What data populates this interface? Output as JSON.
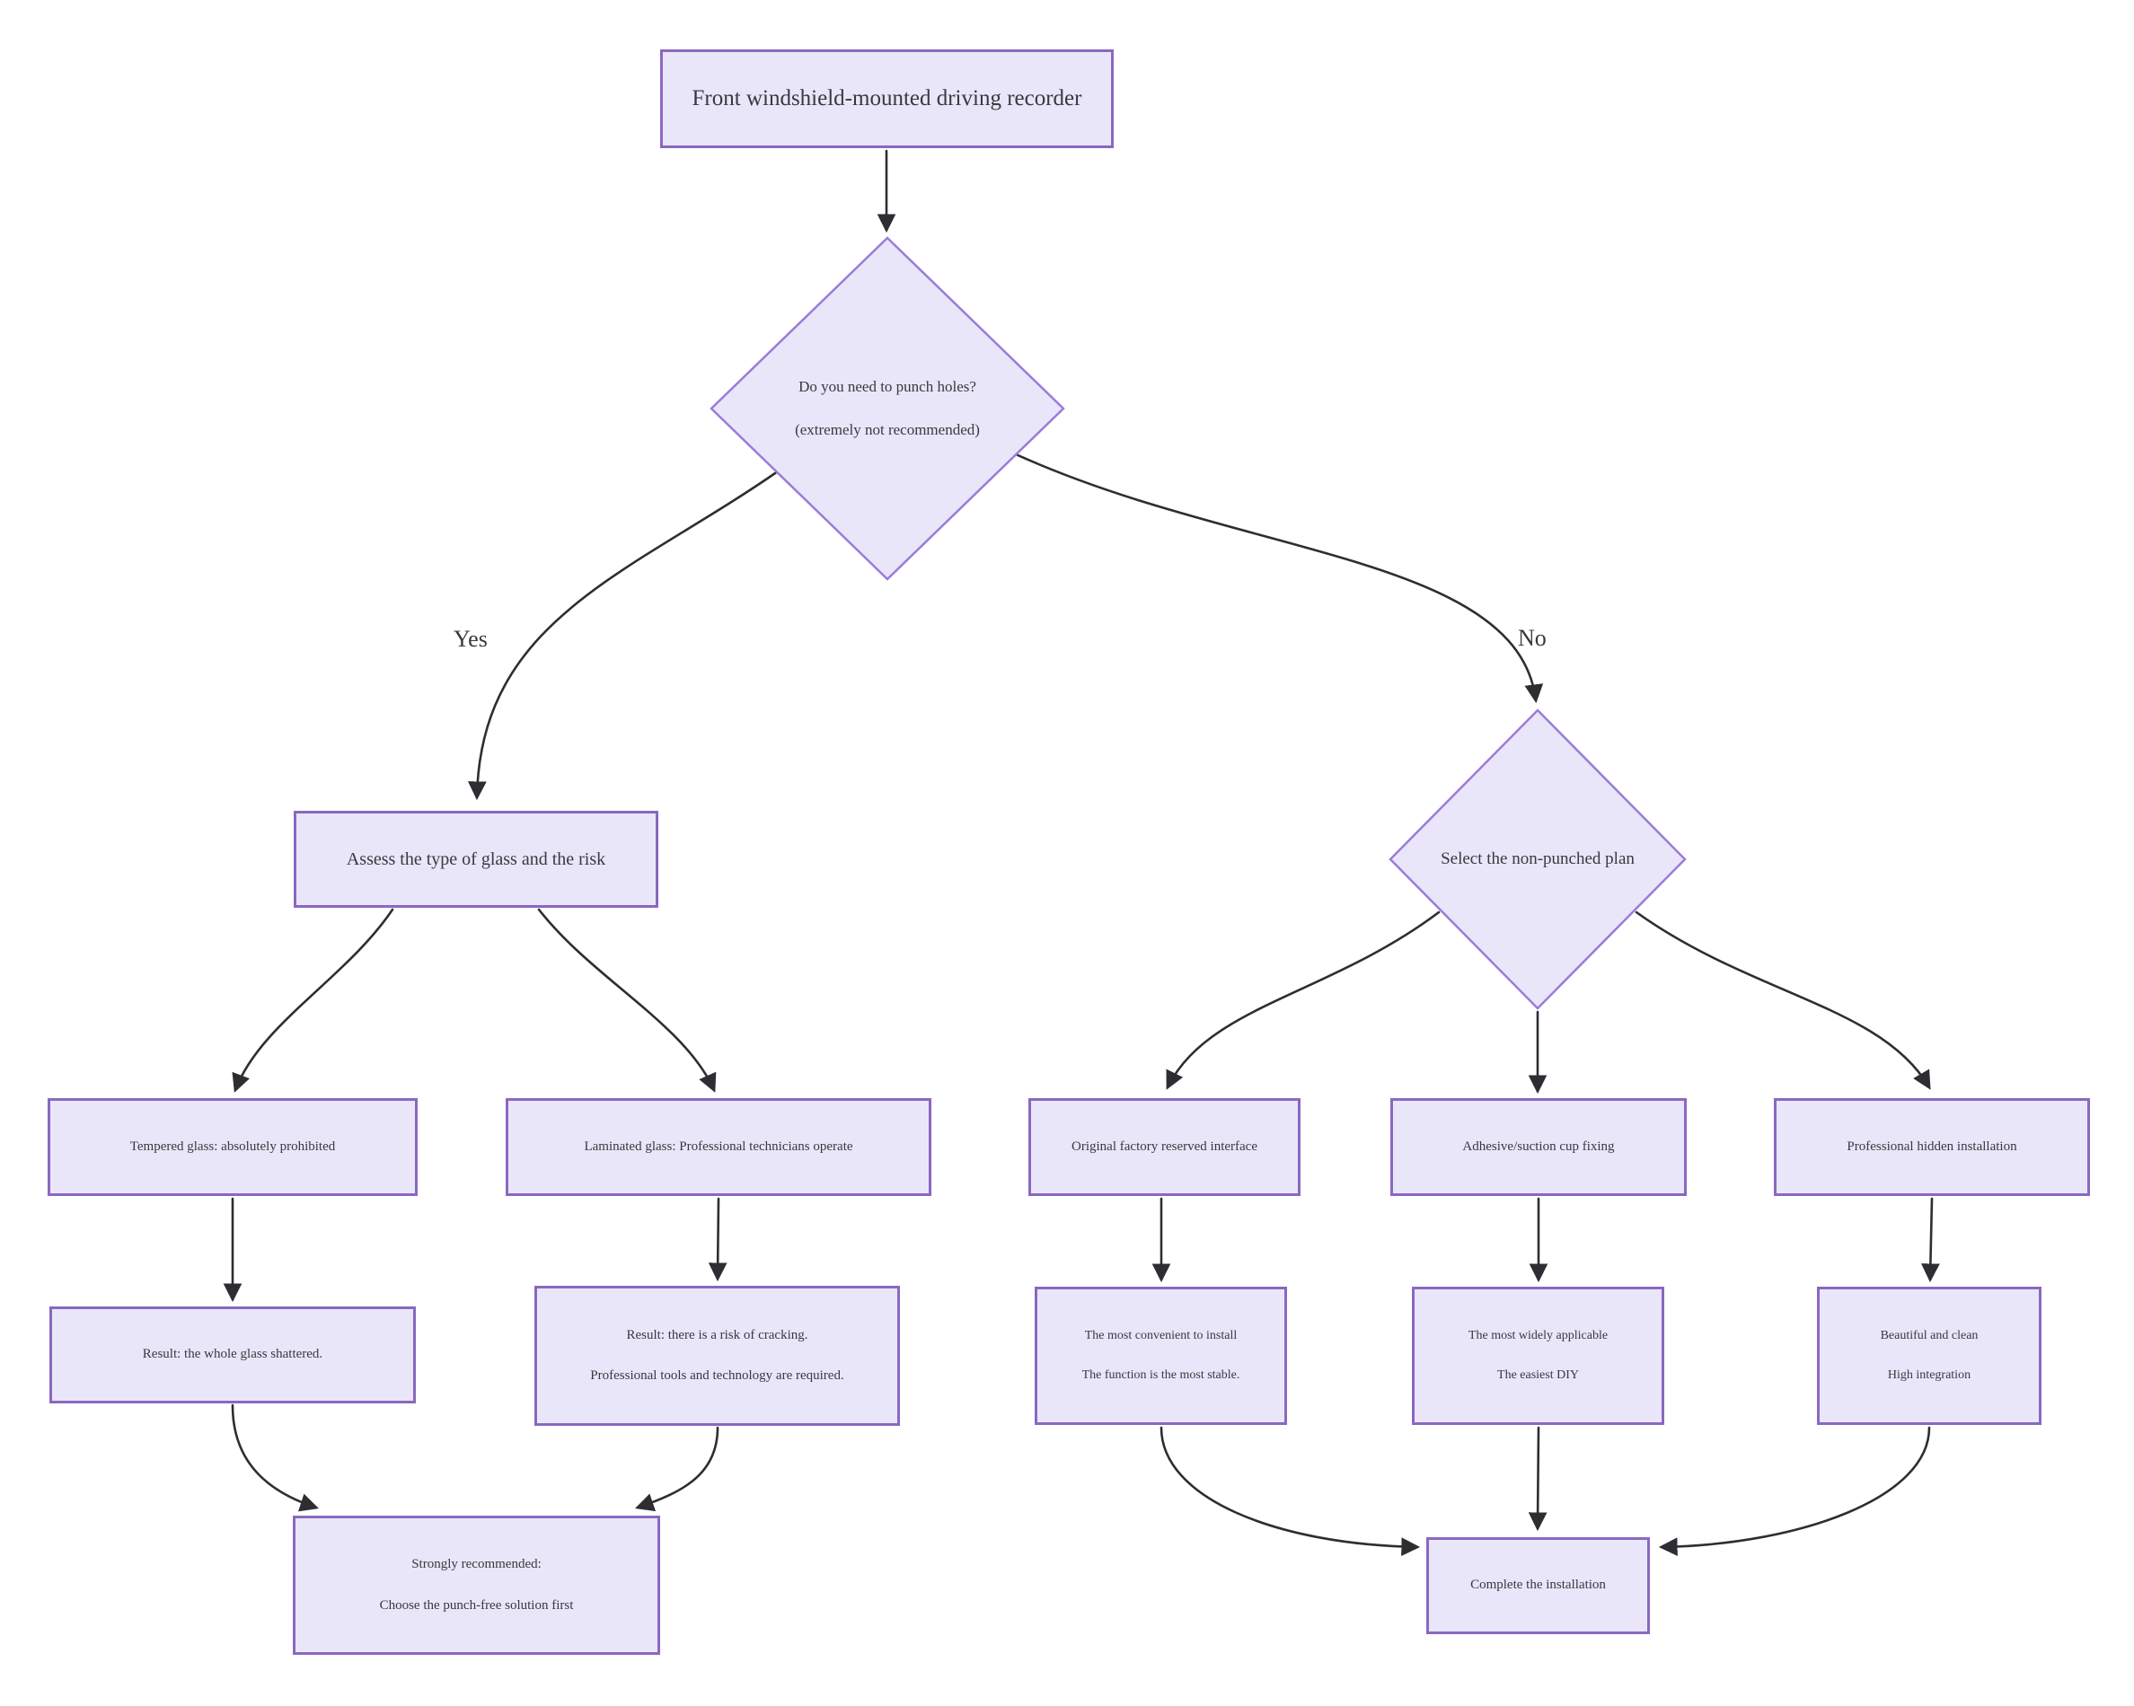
{
  "flowchart": {
    "nodes": {
      "start": {
        "label": "Front windshield-mounted driving recorder"
      },
      "decision_punch": {
        "line1": "Do you need to punch holes?",
        "line2": "(extremely not recommended)"
      },
      "assess": {
        "label": "Assess the type of glass and the risk"
      },
      "decision_plan": {
        "label": "Select the non-punched plan"
      },
      "tempered": {
        "label": "Tempered glass: absolutely prohibited"
      },
      "laminated": {
        "label": "Laminated glass: Professional technicians operate"
      },
      "factory": {
        "label": "Original factory reserved interface"
      },
      "adhesive": {
        "label": "Adhesive/suction cup fixing"
      },
      "hidden": {
        "label": "Professional hidden installation"
      },
      "result_shattered": {
        "label": "Result: the whole glass shattered."
      },
      "result_cracking": {
        "line1": "Result: there is a risk of cracking.",
        "line2": "Professional tools and technology are required."
      },
      "convenient": {
        "line1": "The most convenient to install",
        "line2": "The function is the most stable."
      },
      "widely": {
        "line1": "The most widely applicable",
        "line2": "The easiest DIY"
      },
      "beautiful": {
        "line1": "Beautiful and clean",
        "line2": "High integration"
      },
      "recommend": {
        "line1": "Strongly recommended:",
        "line2": "Choose the punch-free solution first"
      },
      "complete": {
        "label": "Complete the installation"
      }
    },
    "edge_labels": {
      "yes": "Yes",
      "no": "No"
    },
    "colors": {
      "node_fill": "#eae6f9",
      "rect_border": "#8a68c0",
      "diamond_border": "#9b7bd9",
      "edge": "#2f2d31",
      "text": "#3b3740"
    }
  }
}
